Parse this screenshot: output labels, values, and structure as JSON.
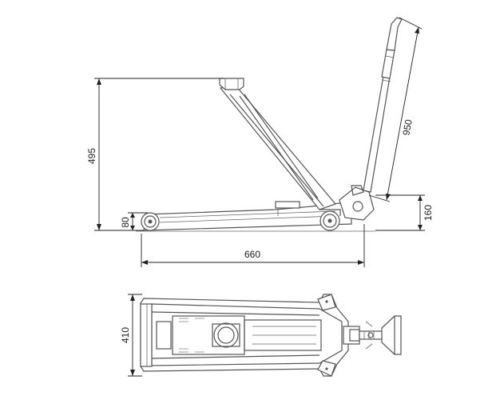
{
  "dimensions": {
    "height_max": "495",
    "height_min": "80",
    "handle_length": "950",
    "handle_base_height": "160",
    "length": "660",
    "width": "410"
  }
}
